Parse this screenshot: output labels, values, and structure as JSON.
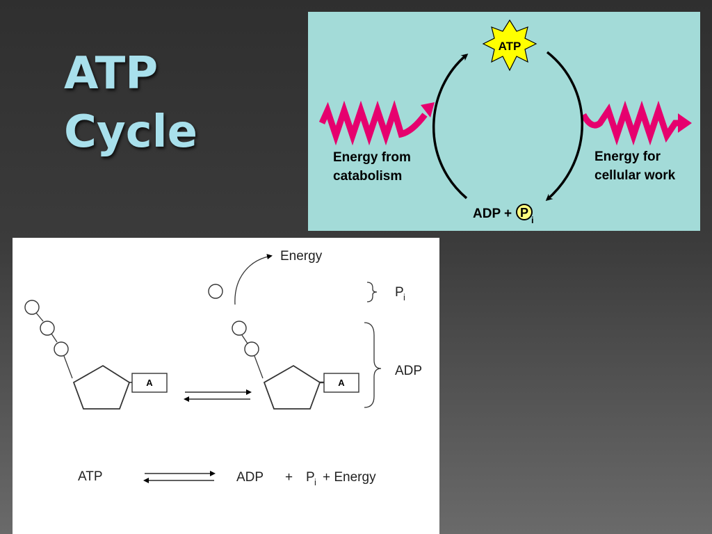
{
  "slide": {
    "title_line1": "ATP",
    "title_line2": "Cycle"
  },
  "cycle": {
    "center_label": "ATP",
    "energy_in_line1": "Energy from",
    "energy_in_line2": "catabolism",
    "energy_out_line1": "Energy for",
    "energy_out_line2": "cellular work",
    "bottom_label": "ADP +",
    "phosphate_letter": "P",
    "phosphate_sub": "i",
    "colors": {
      "background": "#a3dbd8",
      "wave": "#e6006e",
      "star": "#ffff00"
    }
  },
  "molecule": {
    "energy_label": "Energy",
    "pi_label": "P",
    "pi_sub": "i",
    "adp_label": "ADP",
    "adenine_label_left": "A",
    "adenine_label_right": "A",
    "equation": {
      "left": "ATP",
      "right_adp": "ADP",
      "plus": "+",
      "p": "P",
      "p_sub": "i",
      "plus_energy": "+ Energy"
    }
  }
}
